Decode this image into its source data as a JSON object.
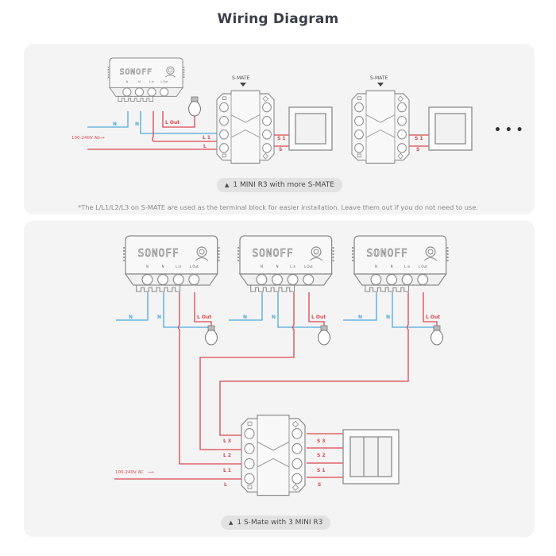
{
  "title": "Wiring Diagram",
  "colors": {
    "live": "#d9474f",
    "neutral": "#4fa9da",
    "device_stroke": "#8c8c8c",
    "panel_bg": "#f4f4f4",
    "caption_bg": "#e2e2e2"
  },
  "top_section": {
    "device": {
      "brand": "SONOFF",
      "terminals": [
        "N",
        "N",
        "L in",
        "L Out"
      ]
    },
    "labels": {
      "neutral_in": "N",
      "neutral_out": "N",
      "load": "L Out",
      "l1": "L 1",
      "l": "L",
      "supply": "100-240V AC",
      "arrow": "⟶"
    },
    "smate_units": [
      {
        "label": "S-MATE",
        "s1": "S 1",
        "s": "S"
      },
      {
        "label": "S-MATE",
        "s1": "S 1",
        "s": "S"
      }
    ],
    "more_indicator": "• • •",
    "caption_icon": "▲",
    "caption": "1 MINI R3 with more S-MATE"
  },
  "footnote": "*The L/L1/L2/L3 on S-MATE are used as the terminal block for easier installation. Leave them out if you do not need to use.",
  "bottom_section": {
    "devices": [
      {
        "brand": "SONOFF",
        "n_in": "N",
        "n_out": "N",
        "load": "L Out"
      },
      {
        "brand": "SONOFF",
        "n_in": "N",
        "n_out": "N",
        "load": "L Out"
      },
      {
        "brand": "SONOFF",
        "n_in": "N",
        "n_out": "N",
        "load": "L Out"
      }
    ],
    "smate": {
      "left_terminals": [
        "L 3",
        "L 2",
        "L 1",
        "L"
      ],
      "right_terminals": [
        "S 3",
        "S 2",
        "S 1",
        "S"
      ]
    },
    "supply": "100-240V AC",
    "arrow": "⟶",
    "caption_icon": "▲",
    "caption": "1 S-Mate with 3 MINI R3"
  }
}
